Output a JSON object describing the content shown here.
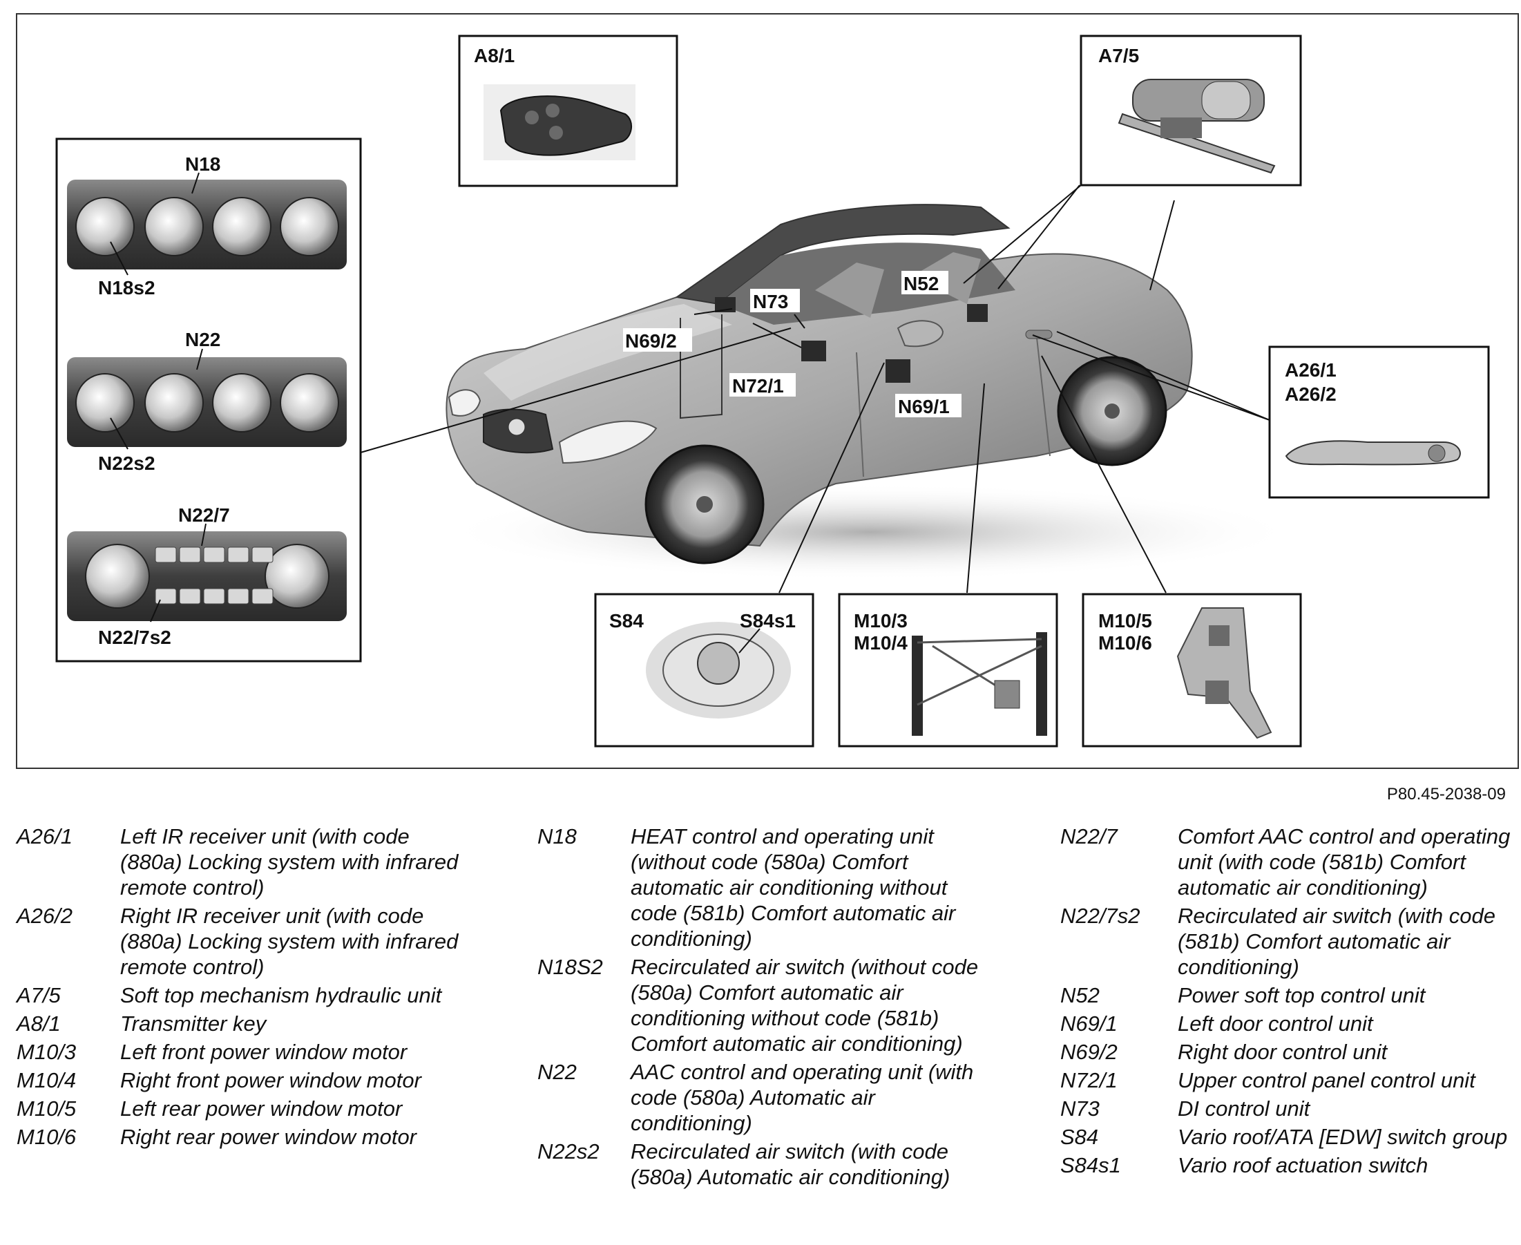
{
  "diagram": {
    "reference": "P80.45-2038-09",
    "callouts": {
      "a8_1": "A8/1",
      "a7_5": "A7/5",
      "a26_1": "A26/1",
      "a26_2": "A26/2",
      "n18": "N18",
      "n18s2": "N18s2",
      "n22": "N22",
      "n22s2": "N22s2",
      "n22_7": "N22/7",
      "n22_7s2": "N22/7s2",
      "n52": "N52",
      "n73": "N73",
      "n69_2": "N69/2",
      "n72_1": "N72/1",
      "n69_1": "N69/1",
      "s84": "S84",
      "s84s1": "S84s1",
      "m10_3": "M10/3",
      "m10_4": "M10/4",
      "m10_5": "M10/5",
      "m10_6": "M10/6"
    }
  },
  "legend": {
    "col1": [
      {
        "code": "A26/1",
        "desc": "Left IR receiver unit (with code (880a) Locking system with infrared remote control)"
      },
      {
        "code": "A26/2",
        "desc": "Right IR receiver unit (with code (880a) Locking system with infrared remote control)"
      },
      {
        "code": "A7/5",
        "desc": "Soft top mechanism hydraulic unit"
      },
      {
        "code": "A8/1",
        "desc": "Transmitter key"
      },
      {
        "code": "M10/3",
        "desc": "Left front power window motor"
      },
      {
        "code": "M10/4",
        "desc": "Right front power window motor"
      },
      {
        "code": "M10/5",
        "desc": "Left rear power window motor"
      },
      {
        "code": "M10/6",
        "desc": "Right rear power window motor"
      }
    ],
    "col2": [
      {
        "code": "N18",
        "desc": "HEAT control and operating unit (without code (580a) Comfort automatic air conditioning without code (581b) Comfort automatic air conditioning)"
      },
      {
        "code": "N18S2",
        "desc": "Recirculated air switch (without code (580a) Comfort automatic air conditioning without code (581b) Comfort automatic air conditioning)"
      },
      {
        "code": "N22",
        "desc": "AAC control and operating unit (with code (580a) Automatic air conditioning)"
      },
      {
        "code": "N22s2",
        "desc": "Recirculated air switch (with code (580a) Automatic air conditioning)"
      }
    ],
    "col3": [
      {
        "code": "N22/7",
        "desc": "Comfort AAC control and operating unit (with code (581b) Comfort automatic air conditioning)"
      },
      {
        "code": "N22/7s2",
        "desc": "Recirculated air switch (with code (581b) Comfort automatic air conditioning)"
      },
      {
        "code": "N52",
        "desc": "Power soft top control unit"
      },
      {
        "code": "N69/1",
        "desc": "Left door control unit"
      },
      {
        "code": "N69/2",
        "desc": "Right door control unit"
      },
      {
        "code": "N72/1",
        "desc": "Upper control panel control unit"
      },
      {
        "code": "N73",
        "desc": "DI control unit"
      },
      {
        "code": "S84",
        "desc": "Vario roof/ATA [EDW] switch group"
      },
      {
        "code": "S84s1",
        "desc": "Vario roof actuation switch"
      }
    ]
  }
}
